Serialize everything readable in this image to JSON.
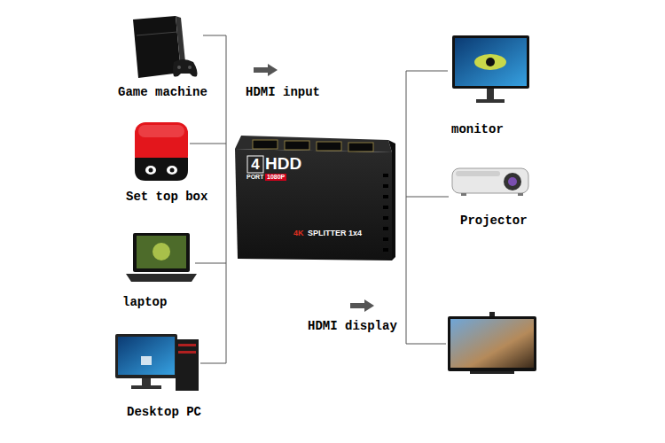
{
  "diagram": {
    "nodes": [
      {
        "text": [
          "Game machine"
        ]
      },
      {
        "text": [
          "Set top box"
        ]
      },
      {
        "text": [
          "laptop"
        ]
      },
      {
        "text": [
          "Desktop PC"
        ]
      },
      {
        "text": [
          "4",
          "PORT",
          "HDD",
          "1080P",
          "4K",
          "SPLITTER 1x4"
        ]
      },
      {
        "text": [
          "monitor"
        ]
      },
      {
        "text": [
          "Projector"
        ]
      }
    ],
    "labels": [
      "HDMI input",
      "HDMI display"
    ]
  }
}
